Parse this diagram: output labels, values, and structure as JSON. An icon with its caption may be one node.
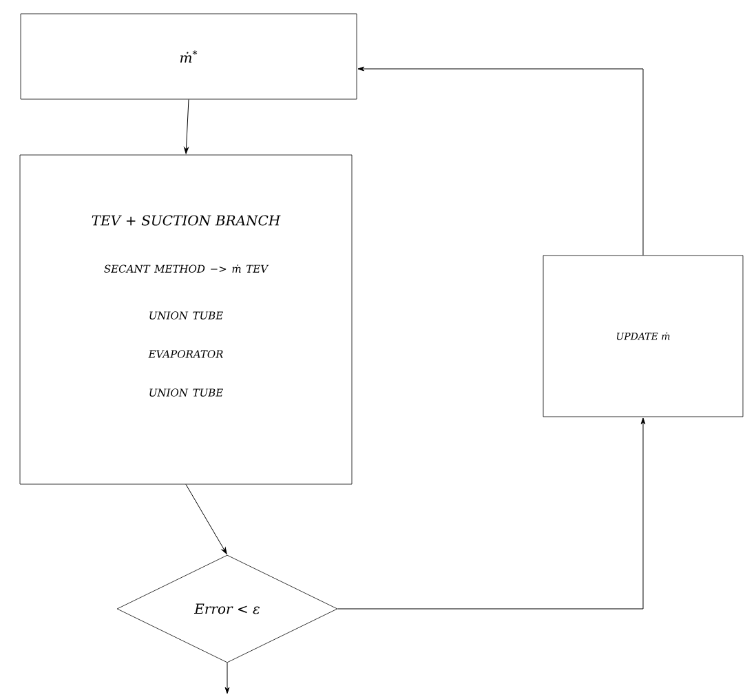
{
  "diagram": {
    "nodes": [
      {
        "text": [
          "ṁ$^{*}$"
        ]
      },
      {
        "text": [
          "TEV + SUCTION BRANCH",
          "SECANT METHOD −> ṁ TEV",
          "UNION TUBE",
          "EVAPORATOR",
          "UNION TUBE"
        ]
      },
      {
        "text": [
          "Error < ε"
        ]
      },
      {
        "text": [
          "UPDATE ṁ"
        ]
      }
    ],
    "edges": [
      {
        "from": 0,
        "to": 1,
        "arrow": "to"
      },
      {
        "from": 1,
        "to": 2,
        "arrow": "to"
      },
      {
        "from": 2,
        "to": 3,
        "arrow": "to"
      },
      {
        "from": 3,
        "to": 0,
        "arrow": "to"
      },
      {
        "from": 2,
        "to": null,
        "arrow": "to"
      }
    ]
  }
}
